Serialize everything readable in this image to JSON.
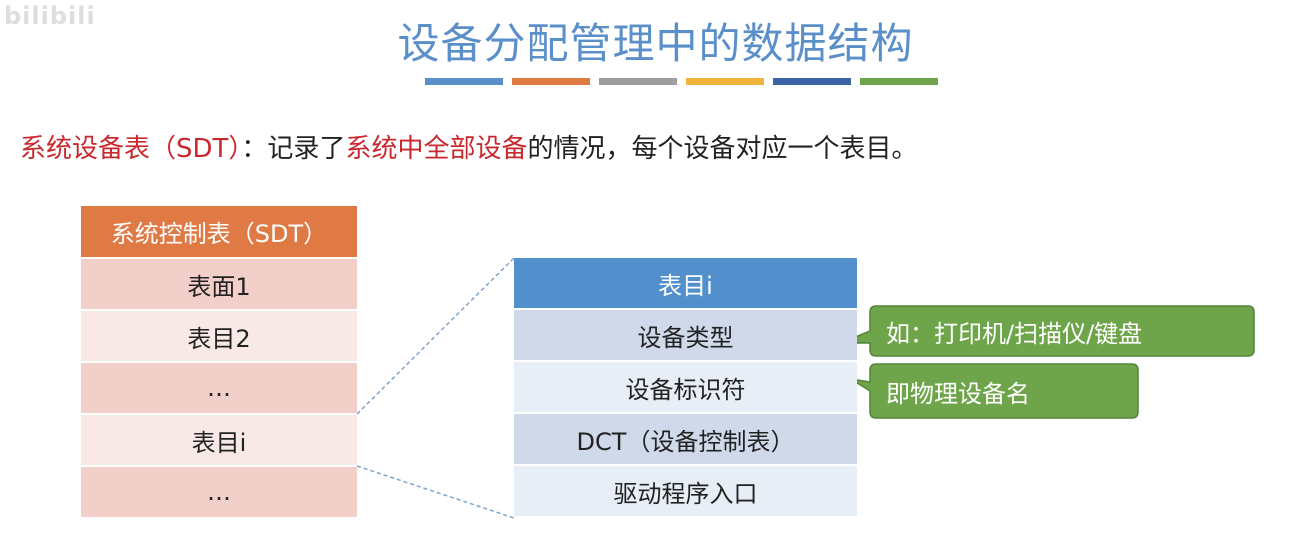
{
  "watermark": "bilibili",
  "title": "设备分配管理中的数据结构",
  "title_bar_colors": [
    "#5b8fc9",
    "#e07a45",
    "#9e9e9e",
    "#f0b43c",
    "#3a64a8",
    "#6fa54a"
  ],
  "intro": {
    "part1": "系统设备表（SDT）",
    "part2": "：记录了",
    "part3": "系统中全部设备",
    "part4": "的情况，每个设备对应一个表目。"
  },
  "sdt_table": {
    "header": "系统控制表（SDT）",
    "rows": [
      "表面1",
      "表目2",
      "…",
      "表目i",
      "…"
    ]
  },
  "entry_table": {
    "header": "表目i",
    "rows": [
      "设备类型",
      "设备标识符",
      "DCT（设备控制表）",
      "驱动程序入口"
    ]
  },
  "callouts": {
    "type_note": "如：打印机/扫描仪/键盘",
    "id_note": "即物理设备名"
  },
  "colors": {
    "title": "#5b8fc9",
    "highlight_red": "#c8282e",
    "sdt_header": "#e07a45",
    "entry_header": "#5290cd",
    "callout_fill": "#6fa54a"
  }
}
